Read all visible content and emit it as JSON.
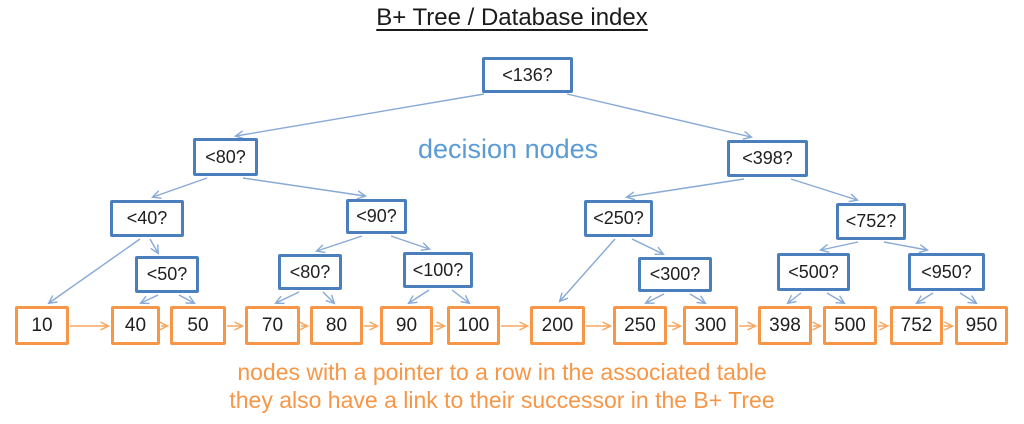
{
  "title": "B+ Tree / Database index",
  "labels": {
    "decision_nodes_annotation": "decision nodes",
    "caption_line1": "nodes with a pointer to a row in the associated table",
    "caption_line2": "they also have a link to their successor in the B+ Tree"
  },
  "decision_nodes": {
    "root": "<136?",
    "level2": [
      "<80?",
      "<398?"
    ],
    "level3": [
      "<40?",
      "<90?",
      "<250?",
      "<752?"
    ],
    "level4": [
      "<50?",
      "<80?",
      "<100?",
      "<300?",
      "<500?",
      "<950?"
    ]
  },
  "leaf_nodes": [
    "10",
    "40",
    "50",
    "70",
    "80",
    "90",
    "100",
    "200",
    "250",
    "300",
    "398",
    "500",
    "752",
    "950"
  ],
  "colors": {
    "decision_border": "#4a7ebd",
    "decision_annotation_text": "#5b9bd5",
    "tree_edge": "#87a9d6",
    "leaf_border": "#f79646",
    "leaf_link_arrow": "#f9a660",
    "caption_text": "#f79646",
    "title_text": "#1a1a1a",
    "node_text": "#1f1f1f",
    "background": "#ffffff"
  }
}
